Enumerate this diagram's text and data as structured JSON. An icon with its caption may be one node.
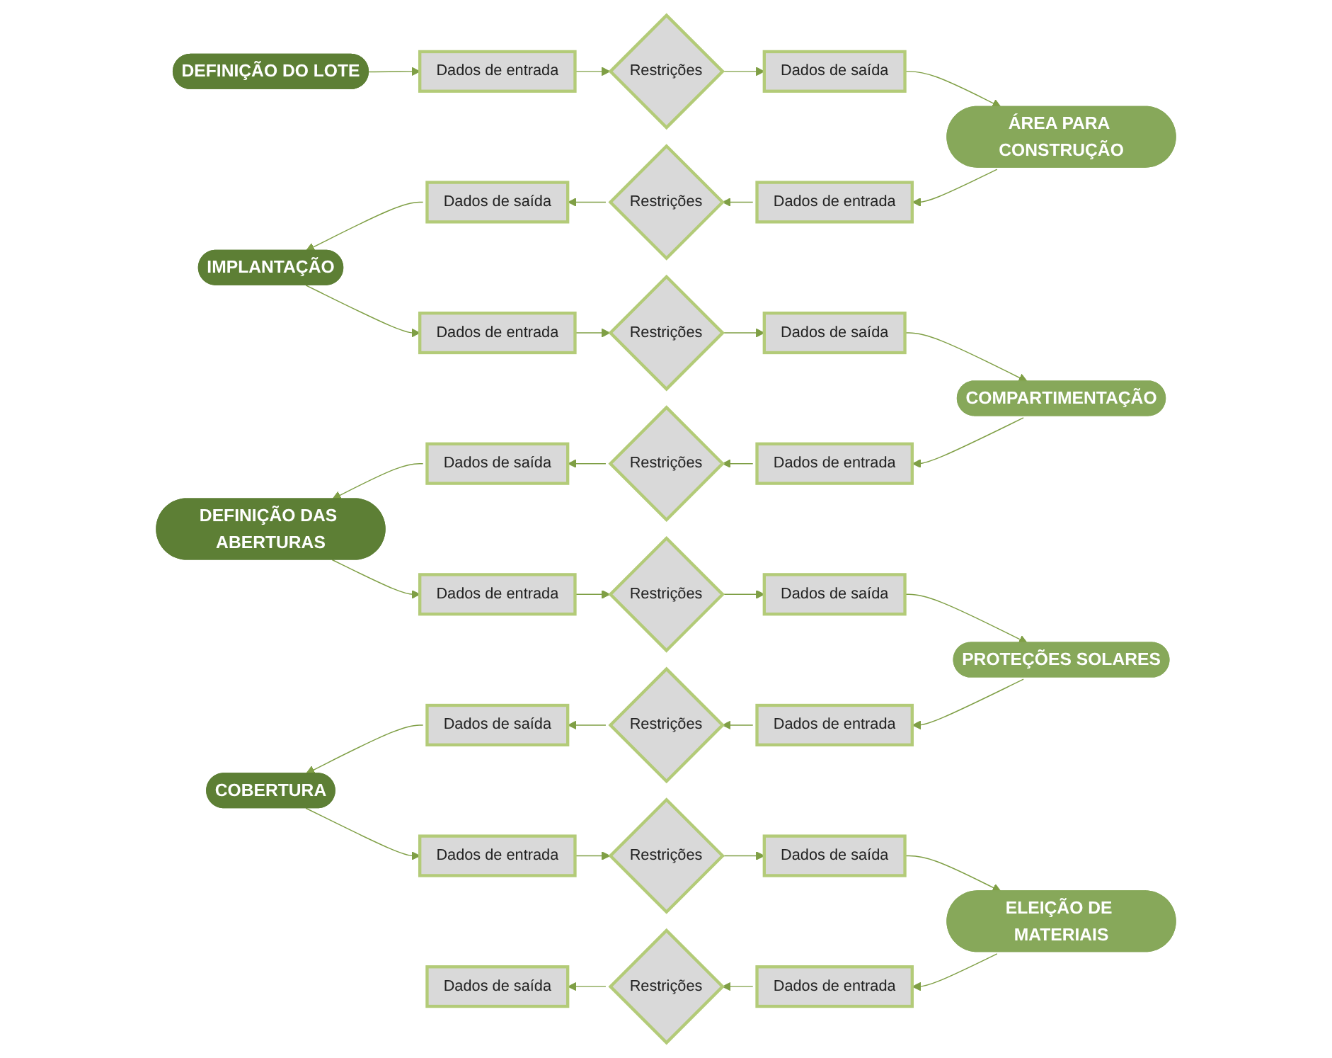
{
  "diagram": {
    "nodes": [
      {
        "text": [
          "DEFINIÇÃO DO LOTE"
        ]
      },
      {
        "text": [
          "Dados de entrada"
        ]
      },
      {
        "text": [
          "Restrições"
        ]
      },
      {
        "text": [
          "Dados de saída"
        ]
      },
      {
        "text": [
          "Dados de saída"
        ]
      },
      {
        "text": [
          "Restrições"
        ]
      },
      {
        "text": [
          "Dados de entrada"
        ]
      },
      {
        "text": [
          "ÁREA PARA CONSTRUÇÃO"
        ]
      },
      {
        "text": [
          "IMPLANTAÇÃO"
        ]
      },
      {
        "text": [
          "Dados de entrada"
        ]
      },
      {
        "text": [
          "Restrições"
        ]
      },
      {
        "text": [
          "Dados de saída"
        ]
      },
      {
        "text": [
          "Dados de saída"
        ]
      },
      {
        "text": [
          "Restrições"
        ]
      },
      {
        "text": [
          "Dados de entrada"
        ]
      },
      {
        "text": [
          "COMPARTIMENTAÇÃO"
        ]
      },
      {
        "text": [
          "DEFINIÇÃO DAS ABERTURAS"
        ]
      },
      {
        "text": [
          "Dados de entrada"
        ]
      },
      {
        "text": [
          "Restrições"
        ]
      },
      {
        "text": [
          "Dados de saída"
        ]
      },
      {
        "text": [
          "Dados de saída"
        ]
      },
      {
        "text": [
          "Restrições"
        ]
      },
      {
        "text": [
          "Dados de entrada"
        ]
      },
      {
        "text": [
          "PROTEÇÕES SOLARES"
        ]
      },
      {
        "text": [
          "COBERTURA"
        ]
      },
      {
        "text": [
          "Dados de entrada"
        ]
      },
      {
        "text": [
          "Restrições"
        ]
      },
      {
        "text": [
          "Dados de saída"
        ]
      },
      {
        "text": [
          "Dados de saída"
        ]
      },
      {
        "text": [
          "Restrições"
        ]
      },
      {
        "text": [
          "Dados de entrada"
        ]
      },
      {
        "text": [
          "ELEIÇÃO DE MATERIAIS"
        ]
      }
    ],
    "edges": [
      {
        "from": 0,
        "to": 1,
        "arrow": "to"
      },
      {
        "from": 1,
        "to": 2,
        "arrow": "to"
      },
      {
        "from": 2,
        "to": 3,
        "arrow": "to"
      },
      {
        "from": 3,
        "to": 7,
        "arrow": "to"
      },
      {
        "from": 7,
        "to": 6,
        "arrow": "to"
      },
      {
        "from": 6,
        "to": 5,
        "arrow": "to"
      },
      {
        "from": 5,
        "to": 4,
        "arrow": "to"
      },
      {
        "from": 4,
        "to": 8,
        "arrow": "to"
      },
      {
        "from": 8,
        "to": 9,
        "arrow": "to"
      },
      {
        "from": 9,
        "to": 10,
        "arrow": "to"
      },
      {
        "from": 10,
        "to": 11,
        "arrow": "to"
      },
      {
        "from": 11,
        "to": 15,
        "arrow": "to"
      },
      {
        "from": 15,
        "to": 14,
        "arrow": "to"
      },
      {
        "from": 14,
        "to": 13,
        "arrow": "to"
      },
      {
        "from": 13,
        "to": 12,
        "arrow": "to"
      },
      {
        "from": 12,
        "to": 16,
        "arrow": "to"
      },
      {
        "from": 16,
        "to": 17,
        "arrow": "to"
      },
      {
        "from": 17,
        "to": 18,
        "arrow": "to"
      },
      {
        "from": 18,
        "to": 19,
        "arrow": "to"
      },
      {
        "from": 19,
        "to": 23,
        "arrow": "to"
      },
      {
        "from": 23,
        "to": 22,
        "arrow": "to"
      },
      {
        "from": 22,
        "to": 21,
        "arrow": "to"
      },
      {
        "from": 21,
        "to": 20,
        "arrow": "to"
      },
      {
        "from": 20,
        "to": 24,
        "arrow": "to"
      },
      {
        "from": 24,
        "to": 25,
        "arrow": "to"
      },
      {
        "from": 25,
        "to": 26,
        "arrow": "to"
      },
      {
        "from": 26,
        "to": 27,
        "arrow": "to"
      },
      {
        "from": 27,
        "to": 31,
        "arrow": "to"
      },
      {
        "from": 31,
        "to": 30,
        "arrow": "to"
      },
      {
        "from": 30,
        "to": 29,
        "arrow": "to"
      },
      {
        "from": 29,
        "to": 28,
        "arrow": "to"
      }
    ]
  }
}
